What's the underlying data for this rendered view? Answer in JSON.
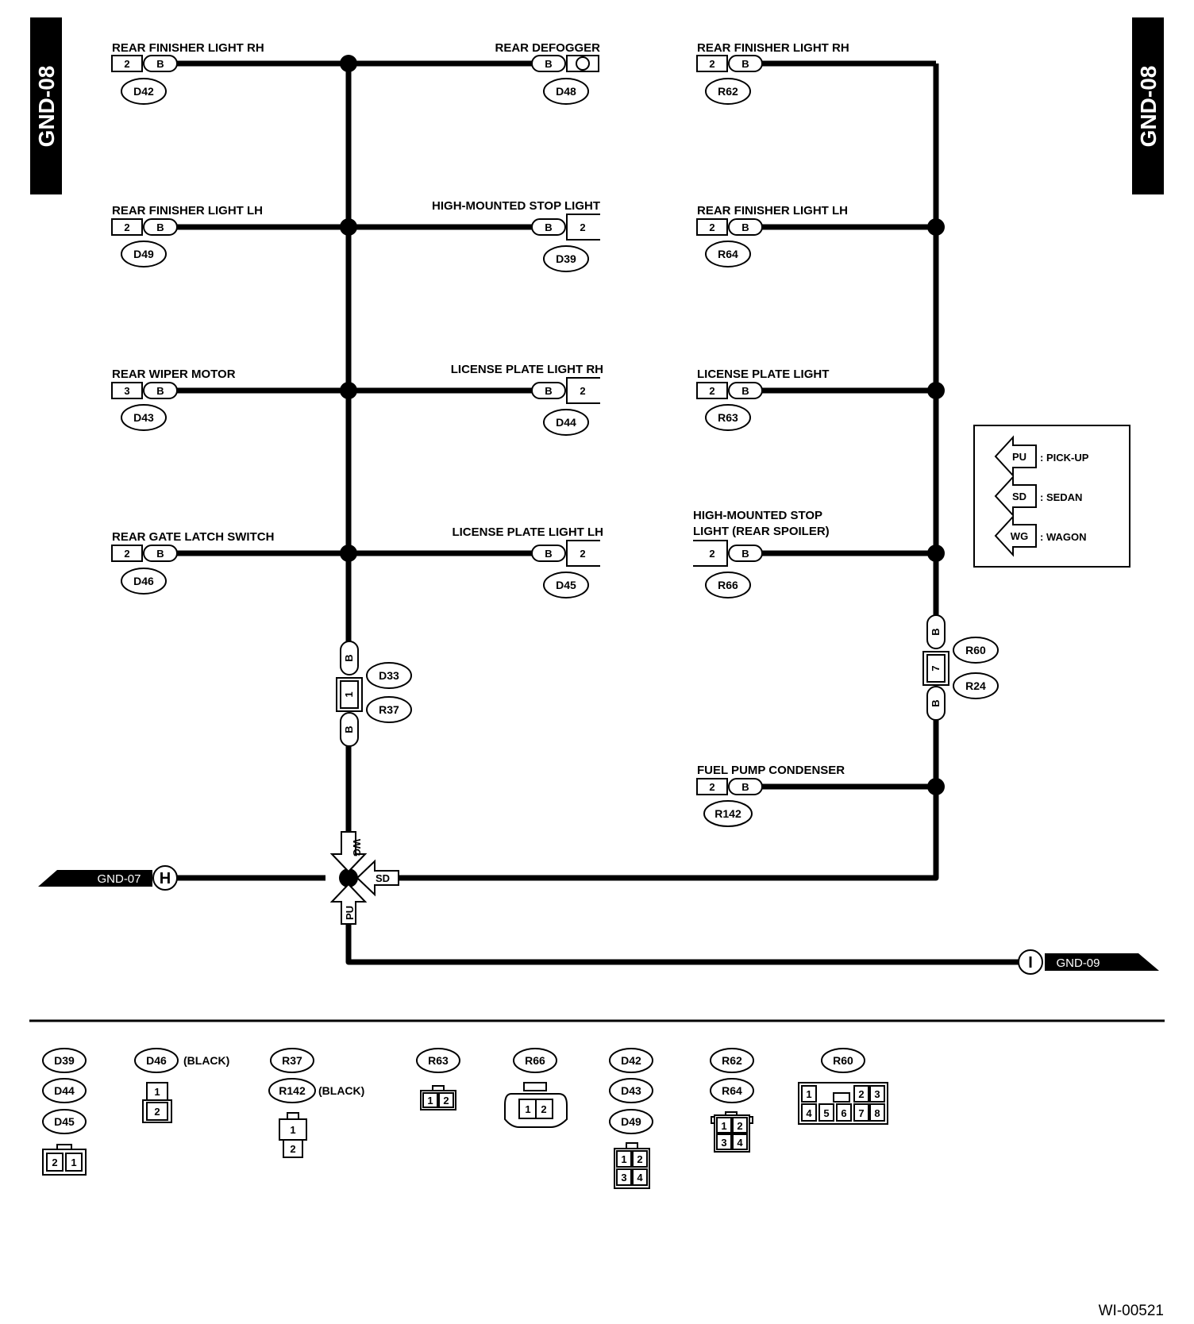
{
  "page_ref": "GND-08",
  "figure_code": "WI-00521",
  "offpage": {
    "left": {
      "label": "GND-07",
      "letter": "H"
    },
    "right": {
      "label": "GND-09",
      "letter": "I"
    }
  },
  "legend": [
    {
      "code": "PU",
      "label": ": PICK-UP"
    },
    {
      "code": "SD",
      "label": ": SEDAN"
    },
    {
      "code": "WG",
      "label": ": WAGON"
    }
  ],
  "wire_color": "B",
  "left_group": [
    {
      "name": "REAR FINISHER LIGHT RH",
      "pin": "2",
      "connector": "D42"
    },
    {
      "name": "REAR FINISHER LIGHT LH",
      "pin": "2",
      "connector": "D49"
    },
    {
      "name": "REAR WIPER MOTOR",
      "pin": "3",
      "connector": "D43"
    },
    {
      "name": "REAR GATE LATCH SWITCH",
      "pin": "2",
      "connector": "D46"
    }
  ],
  "middle_group": [
    {
      "name": "REAR DEFOGGER",
      "pin": "",
      "connector": "D48"
    },
    {
      "name": "HIGH-MOUNTED STOP LIGHT",
      "pin": "2",
      "connector": "D39"
    },
    {
      "name": "LICENSE PLATE LIGHT RH",
      "pin": "2",
      "connector": "D44"
    },
    {
      "name": "LICENSE PLATE LIGHT LH",
      "pin": "2",
      "connector": "D45"
    }
  ],
  "right_group": [
    {
      "name": "REAR FINISHER LIGHT RH",
      "pin": "2",
      "connector": "R62"
    },
    {
      "name": "REAR FINISHER LIGHT LH",
      "pin": "2",
      "connector": "R64"
    },
    {
      "name": "LICENSE PLATE LIGHT",
      "pin": "2",
      "connector": "R63"
    },
    {
      "name_lines": [
        "HIGH-MOUNTED STOP",
        "LIGHT (REAR SPOILER)"
      ],
      "pin": "2",
      "connector": "R66"
    },
    {
      "name": "FUEL PUMP CONDENSER",
      "pin": "2",
      "connector": "R142"
    }
  ],
  "joints": {
    "left": {
      "pin": "1",
      "connectors": [
        "D33",
        "R37"
      ]
    },
    "right": {
      "pin": "7",
      "connectors": [
        "R60",
        "R24"
      ]
    }
  },
  "connector_views": [
    {
      "ids": [
        "D39",
        "D44",
        "D45"
      ],
      "note": "",
      "pins": [
        "2",
        "1"
      ]
    },
    {
      "ids": [
        "D46"
      ],
      "note": "(BLACK)",
      "pins": [
        "1",
        "2"
      ]
    },
    {
      "ids": [
        "R37",
        "R142"
      ],
      "note": "(BLACK)",
      "pins": [
        "1",
        "2"
      ]
    },
    {
      "ids": [
        "R63"
      ],
      "note": "",
      "pins": [
        "1",
        "2"
      ]
    },
    {
      "ids": [
        "R66"
      ],
      "note": "",
      "pins": [
        "1",
        "2"
      ]
    },
    {
      "ids": [
        "D42",
        "D43",
        "D49"
      ],
      "note": "",
      "pins": [
        "1",
        "2",
        "3",
        "4"
      ]
    },
    {
      "ids": [
        "R62",
        "R64"
      ],
      "note": "",
      "pins": [
        "1",
        "2",
        "3",
        "4"
      ]
    },
    {
      "ids": [
        "R60"
      ],
      "note": "",
      "pins": [
        "1",
        "2",
        "3",
        "4",
        "5",
        "6",
        "7",
        "8"
      ]
    }
  ]
}
